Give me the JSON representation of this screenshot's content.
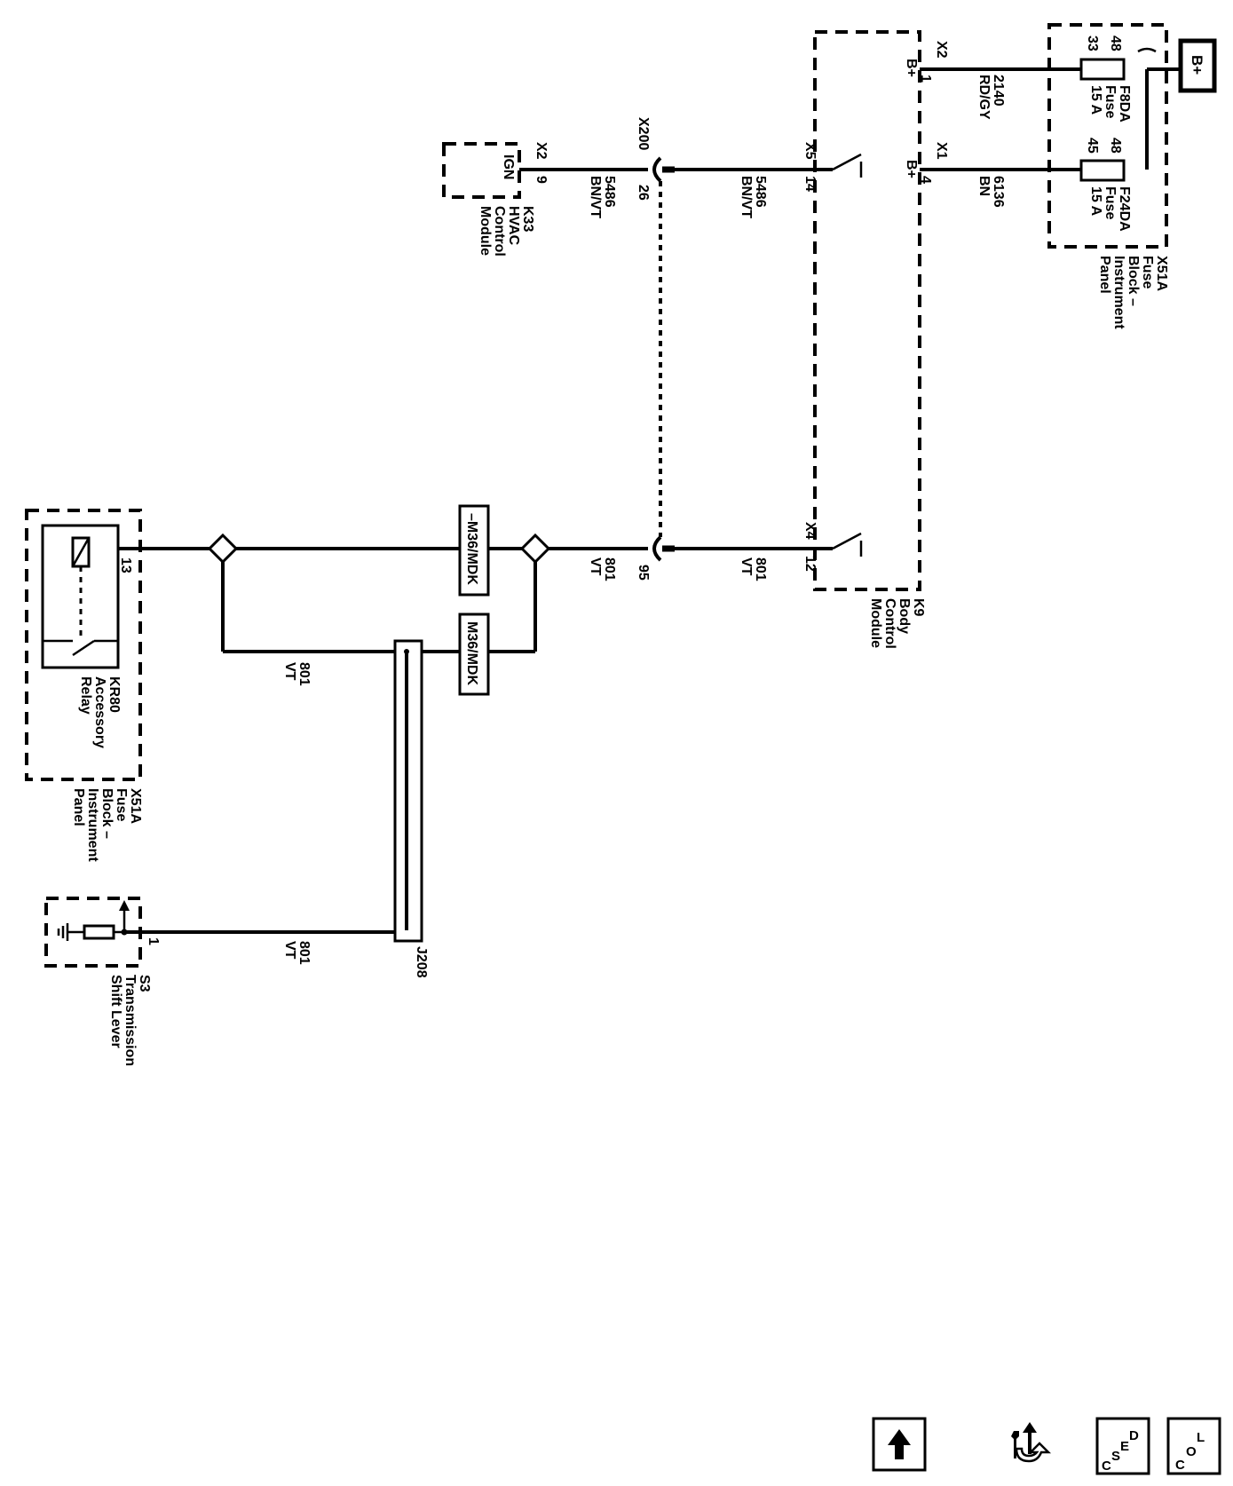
{
  "labels": {
    "bplus_power": "B+",
    "x51a_top": [
      "X51A",
      "Fuse",
      "Block –",
      "Instrument",
      "Panel"
    ],
    "fuse_f8da": [
      "F8DA",
      "Fuse",
      "15 A"
    ],
    "fuse_f24da": [
      "F24DA",
      "Fuse",
      "15 A"
    ],
    "pin_48a": "48",
    "pin_33": "33",
    "pin_48b": "48",
    "pin_45": "45",
    "wire_2140": [
      "2140",
      "RD/GY"
    ],
    "wire_6136": [
      "6136",
      "BN"
    ],
    "k9_x2": "X2",
    "k9_pin1": "1",
    "k9_bplus1": "B+",
    "k9_x1": "X1",
    "k9_pin4": "4",
    "k9_bplus2": "B+",
    "k9_x5": "X5",
    "k9_pin14": "14",
    "k9_x4": "X4",
    "k9_pin12": "12",
    "k9_name": [
      "K9",
      "Body",
      "Control",
      "Module"
    ],
    "wire_5486_right": [
      "5486",
      "BN/VT"
    ],
    "wire_5486_left": [
      "5486",
      "BN/VT"
    ],
    "x200": "X200",
    "x200_pin26": "26",
    "x200_pin95": "95",
    "k33_x2": "X2",
    "k33_pin9": "9",
    "k33_ign": "IGN",
    "k33_name": [
      "K33",
      "HVAC",
      "Control",
      "Module"
    ],
    "wire_801_right": [
      "801",
      "VT"
    ],
    "wire_801_mid": [
      "801",
      "VT"
    ],
    "wire_801_low": [
      "801",
      "VT"
    ],
    "wire_801_bottom": [
      "801",
      "VT"
    ],
    "option_not_m36": "–M36/MDK",
    "option_m36": "M36/MDK",
    "relay_pin13": "13",
    "relay_name": [
      "KR80",
      "Accessory",
      "Relay"
    ],
    "x51a_left": [
      "X51A",
      "Fuse",
      "Block –",
      "Instrument",
      "Panel"
    ],
    "splice_j208": "J208",
    "s3_pin1": "1",
    "s3_name": [
      "S3",
      "Transmission",
      "Shift Lever"
    ]
  },
  "nav": {
    "desc_label": [
      "D",
      "E",
      "S",
      "C"
    ],
    "loc_label": [
      "L",
      "O",
      "C"
    ]
  }
}
